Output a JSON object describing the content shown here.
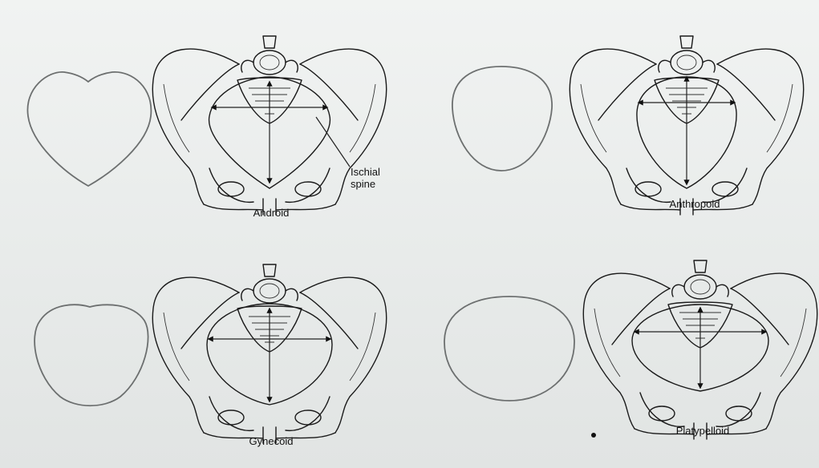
{
  "diagram": {
    "types": [
      {
        "id": "android",
        "label": "Android",
        "inlet_shape": "heart"
      },
      {
        "id": "anthropoid",
        "label": "Anthropoid",
        "inlet_shape": "oval-vertical"
      },
      {
        "id": "gynecoid",
        "label": "Gynecoid",
        "inlet_shape": "round"
      },
      {
        "id": "platypelloid",
        "label": "Platypelloid",
        "inlet_shape": "oval-flat"
      }
    ],
    "callout": {
      "line1": "Ischial",
      "line2": "spine"
    }
  },
  "colors": {
    "background": "#eceeed",
    "line": "#1a1a1a",
    "inlet_outline": "#6c6f6f"
  }
}
